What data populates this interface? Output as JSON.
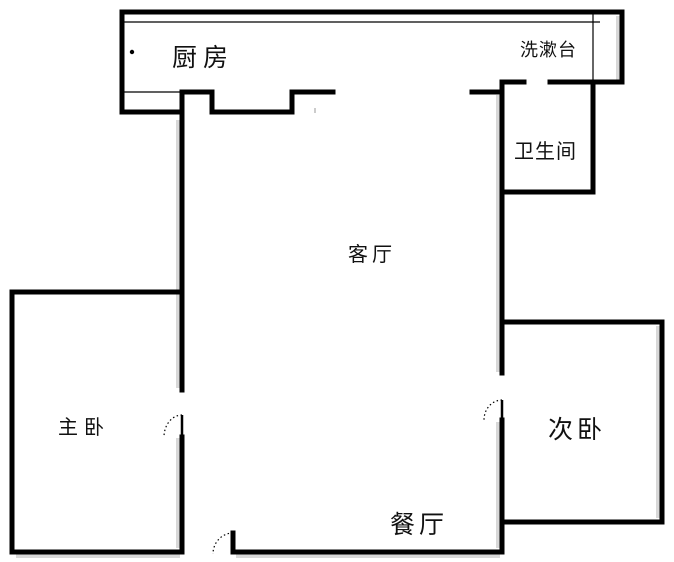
{
  "plan": {
    "wall_color": "#000000",
    "thin_line_color": "#000000",
    "shadow_color": "#d8d8d8",
    "background": "#ffffff"
  },
  "rooms": {
    "kitchen": {
      "label": "厨房"
    },
    "washbasin": {
      "label": "洗漱台"
    },
    "bathroom": {
      "label": "卫生间"
    },
    "living_room": {
      "label": "客厅"
    },
    "master_bedroom": {
      "label": "主卧"
    },
    "second_bedroom": {
      "label": "次卧"
    },
    "dining_room": {
      "label": "餐厅"
    }
  }
}
